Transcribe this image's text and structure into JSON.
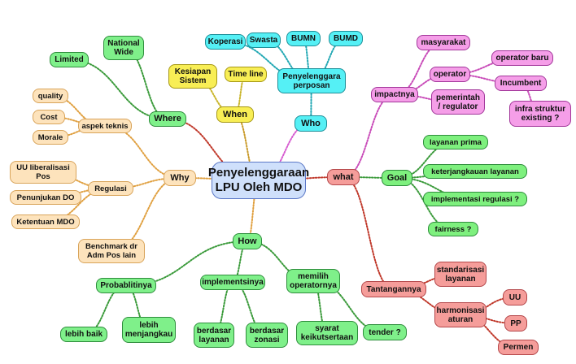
{
  "title": {
    "line1": "Penyelenggaraan",
    "line2": "LPU Oleh MDO"
  },
  "where": {
    "label": "Where",
    "limited": "Limited",
    "national": "National\nWide"
  },
  "when": {
    "label": "When",
    "kesiapan": "Kesiapan\nSistem",
    "timeline": "Time line"
  },
  "who": {
    "label": "Who",
    "koperasi": "Koperasi",
    "swasta": "Swasta",
    "bumn": "BUMN",
    "bumd": "BUMD",
    "penyelenggara": "Penyelenggara\nperposan"
  },
  "why": {
    "label": "Why",
    "aspek_teknis": "aspek teknis",
    "quality": "quality",
    "cost": "Cost",
    "morale": "Morale",
    "regulasi": "Regulasi",
    "uu_liberalisasi": "UU liberalisasi\nPos",
    "penunjukan": "Penunjukan DO",
    "ketentuan": "Ketentuan MDO",
    "benchmark": "Benchmark dr\nAdm Pos lain"
  },
  "how": {
    "label": "How",
    "probabilitas": "Probablitinya",
    "lebih_baik": "lebih baik",
    "lebih_menjangkau": "lebih\nmenjangkau",
    "implementasi": "implementsinya",
    "berdasar_layanan": "berdasar\nlayanan",
    "berdasar_zonasi": "berdasar\nzonasi",
    "memilih": "memilih\noperatornya",
    "syarat": "syarat\nkeikutsertaan",
    "tender": "tender ?"
  },
  "what": {
    "label": "what",
    "impactnya": "impactnya",
    "masyarakat": "masyarakat",
    "operator": "operator",
    "operator_baru": "operator baru",
    "incumbent": "Incumbent",
    "pemerintah": "pemerintah\n/ regulator",
    "infra": "infra struktur\nexisting ?",
    "goal": "Goal",
    "layanan_prima": "layanan prima",
    "keterjangkauan": "keterjangkauan layanan",
    "implementasi_regulasi": "implementasi regulasi ?",
    "fairness": "fairness ?",
    "tantangan": "Tantangannya",
    "standarisasi": "standarisasi\nlayanan",
    "harmonisasi": "harmonisasi\naturan",
    "uu": "UU",
    "pp": "PP",
    "permen": "Permen"
  }
}
